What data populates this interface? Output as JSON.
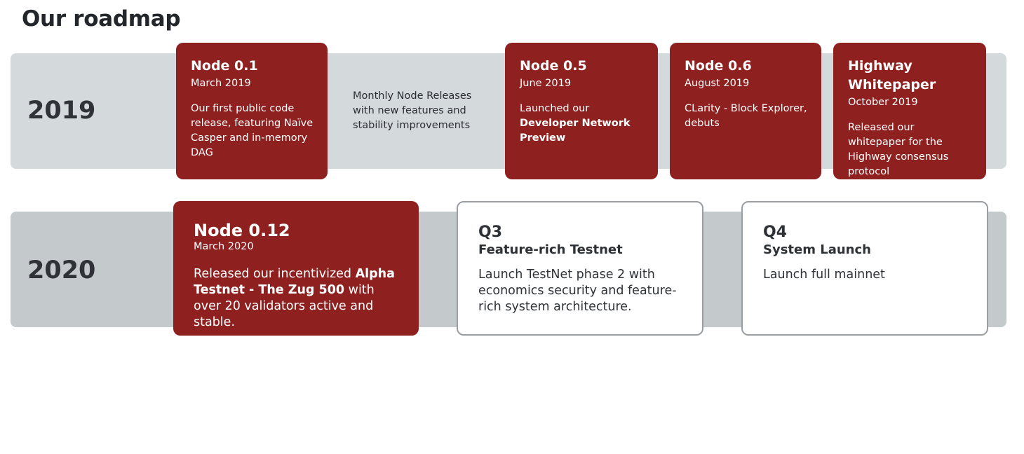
{
  "page": {
    "title": "Our roadmap"
  },
  "years": {
    "y2019": "2019",
    "y2020": "2020"
  },
  "colors": {
    "accent_red": "#8e2120",
    "band_2019": "#d4d9dc",
    "band_2020": "#c4c9cc"
  },
  "row2019": {
    "node01": {
      "title": "Node 0.1",
      "date": "March 2019",
      "desc": "Our first public code release, featuring Naïve Casper and in-memory DAG"
    },
    "monthly": {
      "text": "Monthly Node Releases with new features and stability improvements"
    },
    "node05": {
      "title": "Node 0.5",
      "date": "June 2019",
      "desc_pre": "Launched our ",
      "desc_bold": "Developer Network Preview"
    },
    "node06": {
      "title": "Node 0.6",
      "date": "August 2019",
      "desc": "CLarity - Block Explorer, debuts"
    },
    "highway": {
      "title": "Highway Whitepaper",
      "date": "October 2019",
      "desc": "Released our whitepaper for the Highway consensus protocol"
    }
  },
  "row2020": {
    "node012": {
      "title": "Node 0.12",
      "date": "March 2020",
      "desc_pre": "Released our incentivized ",
      "desc_bold": "Alpha Testnet - The Zug 500",
      "desc_post": " with over 20 validators active and stable."
    },
    "q3": {
      "quarter": "Q3",
      "title": "Feature-rich Testnet",
      "desc": "Launch TestNet phase 2 with economics security and feature-rich system architecture."
    },
    "q4": {
      "quarter": "Q4",
      "title": "System Launch",
      "desc": "Launch full mainnet"
    }
  }
}
